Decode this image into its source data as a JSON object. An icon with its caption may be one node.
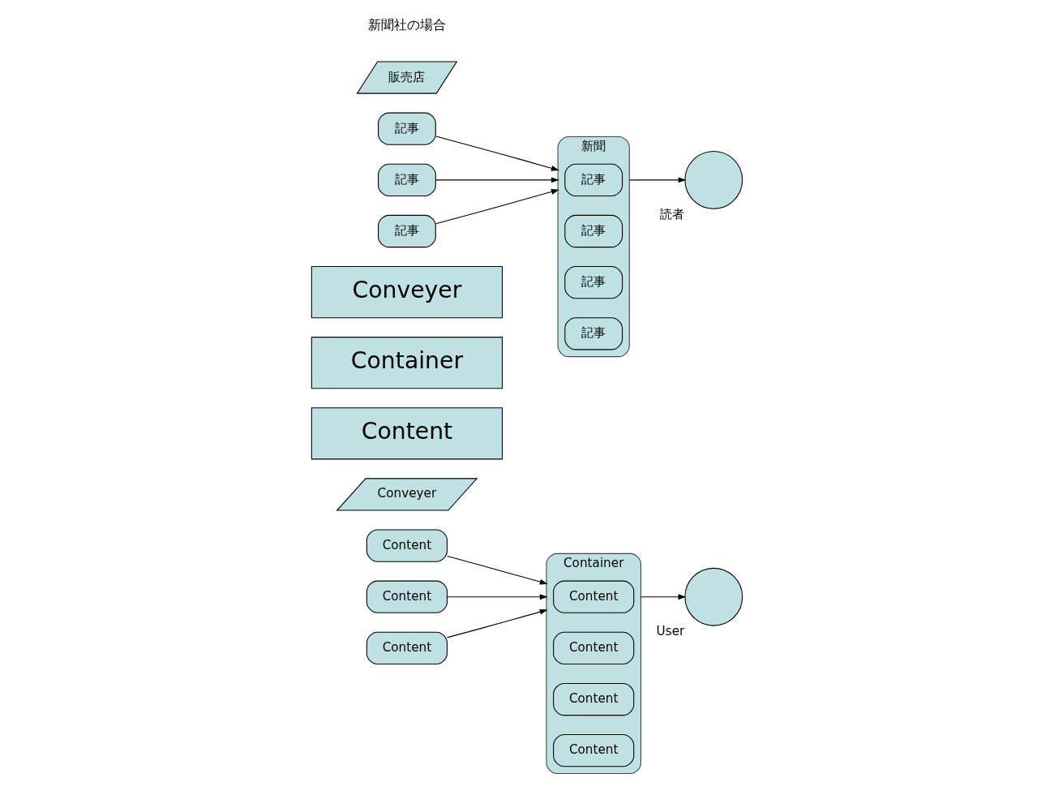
{
  "diagram": {
    "nodes": [
      {
        "text": [
          "Content"
        ]
      },
      {
        "text": [
          "Content"
        ]
      },
      {
        "text": [
          "Content"
        ]
      },
      {
        "text": [
          "Container"
        ]
      },
      {
        "text": [
          "Content"
        ],
        "in": 3
      },
      {
        "text": [
          "Content"
        ],
        "in": 3
      },
      {
        "text": [
          "Content"
        ],
        "in": 3
      },
      {
        "text": [
          "Content"
        ],
        "in": 3
      },
      {
        "text": [
          "Conveyer"
        ]
      },
      {
        "text": [
          "User"
        ]
      },
      {
        "text": [
          "Content"
        ]
      },
      {
        "text": [
          "Container"
        ]
      },
      {
        "text": [
          "Conveyer"
        ]
      },
      {
        "text": [
          "記事"
        ]
      },
      {
        "text": [
          "記事"
        ]
      },
      {
        "text": [
          "記事"
        ]
      },
      {
        "text": [
          "新聞"
        ]
      },
      {
        "text": [
          "記事"
        ],
        "in": 16
      },
      {
        "text": [
          "記事"
        ],
        "in": 16
      },
      {
        "text": [
          "記事"
        ],
        "in": 16
      },
      {
        "text": [
          "記事"
        ],
        "in": 16
      },
      {
        "text": [
          "販売店"
        ]
      },
      {
        "text": [
          "読者"
        ]
      }
    ],
    "edges": [
      {
        "from": 0,
        "to": 3,
        "arrow": "to"
      },
      {
        "from": 1,
        "to": 3,
        "arrow": "to"
      },
      {
        "from": 2,
        "to": 3,
        "arrow": "to"
      },
      {
        "from": 3,
        "to": 9,
        "arrow": "to"
      },
      {
        "from": 13,
        "to": 16,
        "arrow": "to"
      },
      {
        "from": 14,
        "to": 16,
        "arrow": "to"
      },
      {
        "from": 15,
        "to": 16,
        "arrow": "to"
      },
      {
        "from": 16,
        "to": 22,
        "arrow": "to"
      }
    ],
    "labels": [
      "新聞社の場合"
    ]
  }
}
